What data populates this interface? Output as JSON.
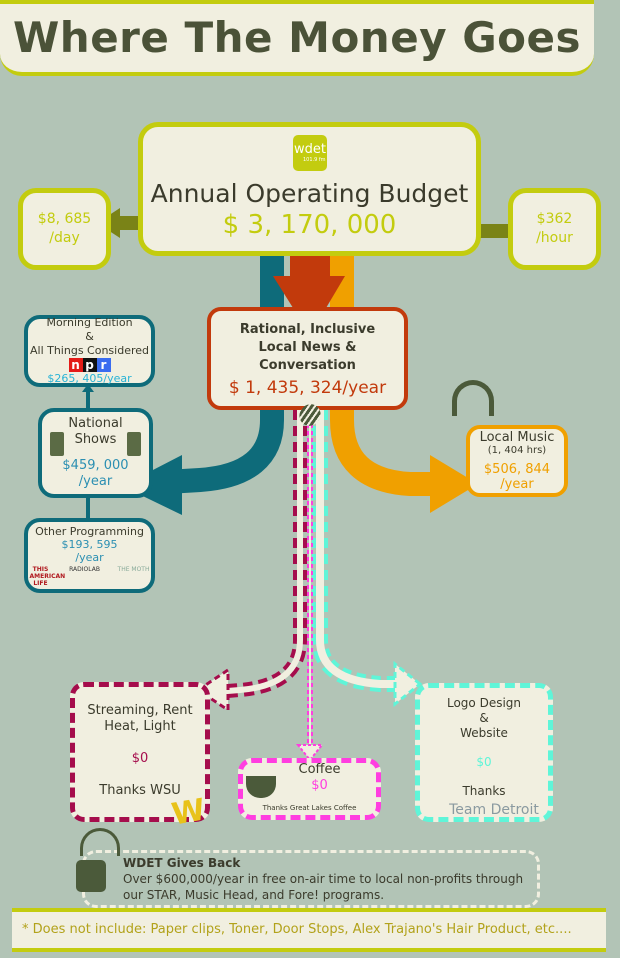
{
  "title": "Where The Money Goes",
  "logo": {
    "name": "wdet",
    "freq": "101.9 fm"
  },
  "budget": {
    "label": "Annual Operating Budget",
    "amount": "$ 3, 170, 000",
    "per_day": "$8, 685",
    "per_day_unit": "/day",
    "per_hour": "$362",
    "per_hour_unit": "/hour"
  },
  "news": {
    "line1": "Rational, Inclusive",
    "line2": "Local News & Conversation",
    "amount": "$ 1, 435, 324/year"
  },
  "national": {
    "line1": "National",
    "line2": "Shows",
    "amount": "$459, 000",
    "unit": "/year"
  },
  "morning": {
    "line1": "Morning Edition",
    "line2": "&",
    "line3": "All Things Considered",
    "npr": [
      "n",
      "p",
      "r"
    ],
    "amount": "$265, 405/year"
  },
  "other": {
    "label": "Other Programming",
    "amount": "$193, 595",
    "unit": "/year",
    "logos": [
      "THIS AMERICAN LIFE",
      "RADIOLAB",
      "THE MOTH"
    ]
  },
  "music": {
    "label": "Local Music",
    "hours": "(1, 404 hrs)",
    "amount": "$506, 844",
    "unit": "/year"
  },
  "streaming": {
    "line1": "Streaming, Rent",
    "line2": "Heat, Light",
    "amount": "$0",
    "thanks": "Thanks WSU"
  },
  "coffee": {
    "label": "Coffee",
    "amount": "$0",
    "thanks": "Thanks Great Lakes Coffee"
  },
  "logo_design": {
    "line1": "Logo Design",
    "line2": "&",
    "line3": "Website",
    "amount": "$0",
    "thanks": "Thanks",
    "sponsor": "Team Detroit"
  },
  "gives_back": {
    "title": "WDET Gives Back",
    "text": "Over $600,000/year in free on-air time to local non-profits through our STAR, Music Head, and Fore! programs."
  },
  "footnote": "* Does not include: Paper clips, Toner, Door Stops, Alex Trajano's Hair Product, etc...."
}
